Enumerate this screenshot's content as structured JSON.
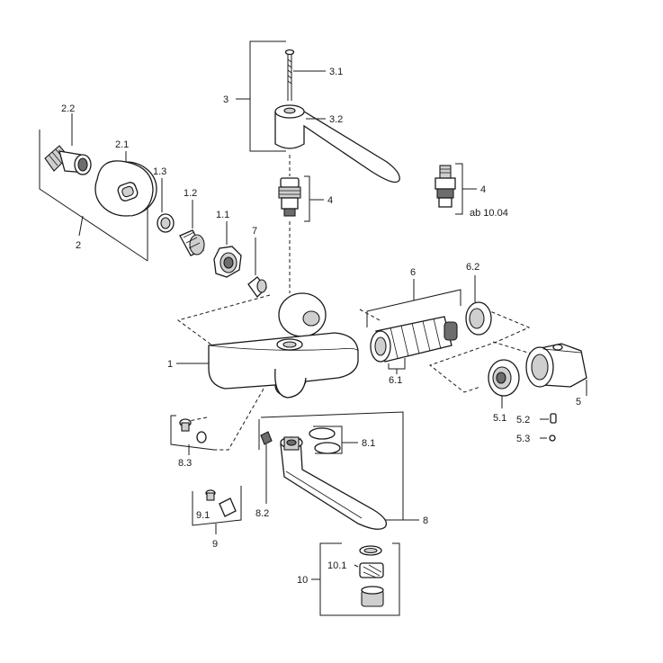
{
  "labels": {
    "l_1": "1",
    "l_2": "2",
    "l_2_1": "2.1",
    "l_2_2": "2.2",
    "l_1_1": "1.1",
    "l_1_2": "1.2",
    "l_1_3": "1.3",
    "l_3": "3",
    "l_3_1": "3.1",
    "l_3_2": "3.2",
    "l_4a": "4",
    "l_4b": "4",
    "l_ab": "ab 10.04",
    "l_5": "5",
    "l_5_1": "5.1",
    "l_5_2": "5.2",
    "l_5_3": "5.3",
    "l_6": "6",
    "l_6_1": "6.1",
    "l_6_2": "6.2",
    "l_7": "7",
    "l_8": "8",
    "l_8_1": "8.1",
    "l_8_2": "8.2",
    "l_8_3": "8.3",
    "l_9": "9",
    "l_9_1": "9.1",
    "l_10": "10",
    "l_10_1": "10.1"
  },
  "colors": {
    "line": "#1a1a1a",
    "part_fill": "#ffffff",
    "shade": "#cfcfcf",
    "dark": "#6d6d6d"
  }
}
